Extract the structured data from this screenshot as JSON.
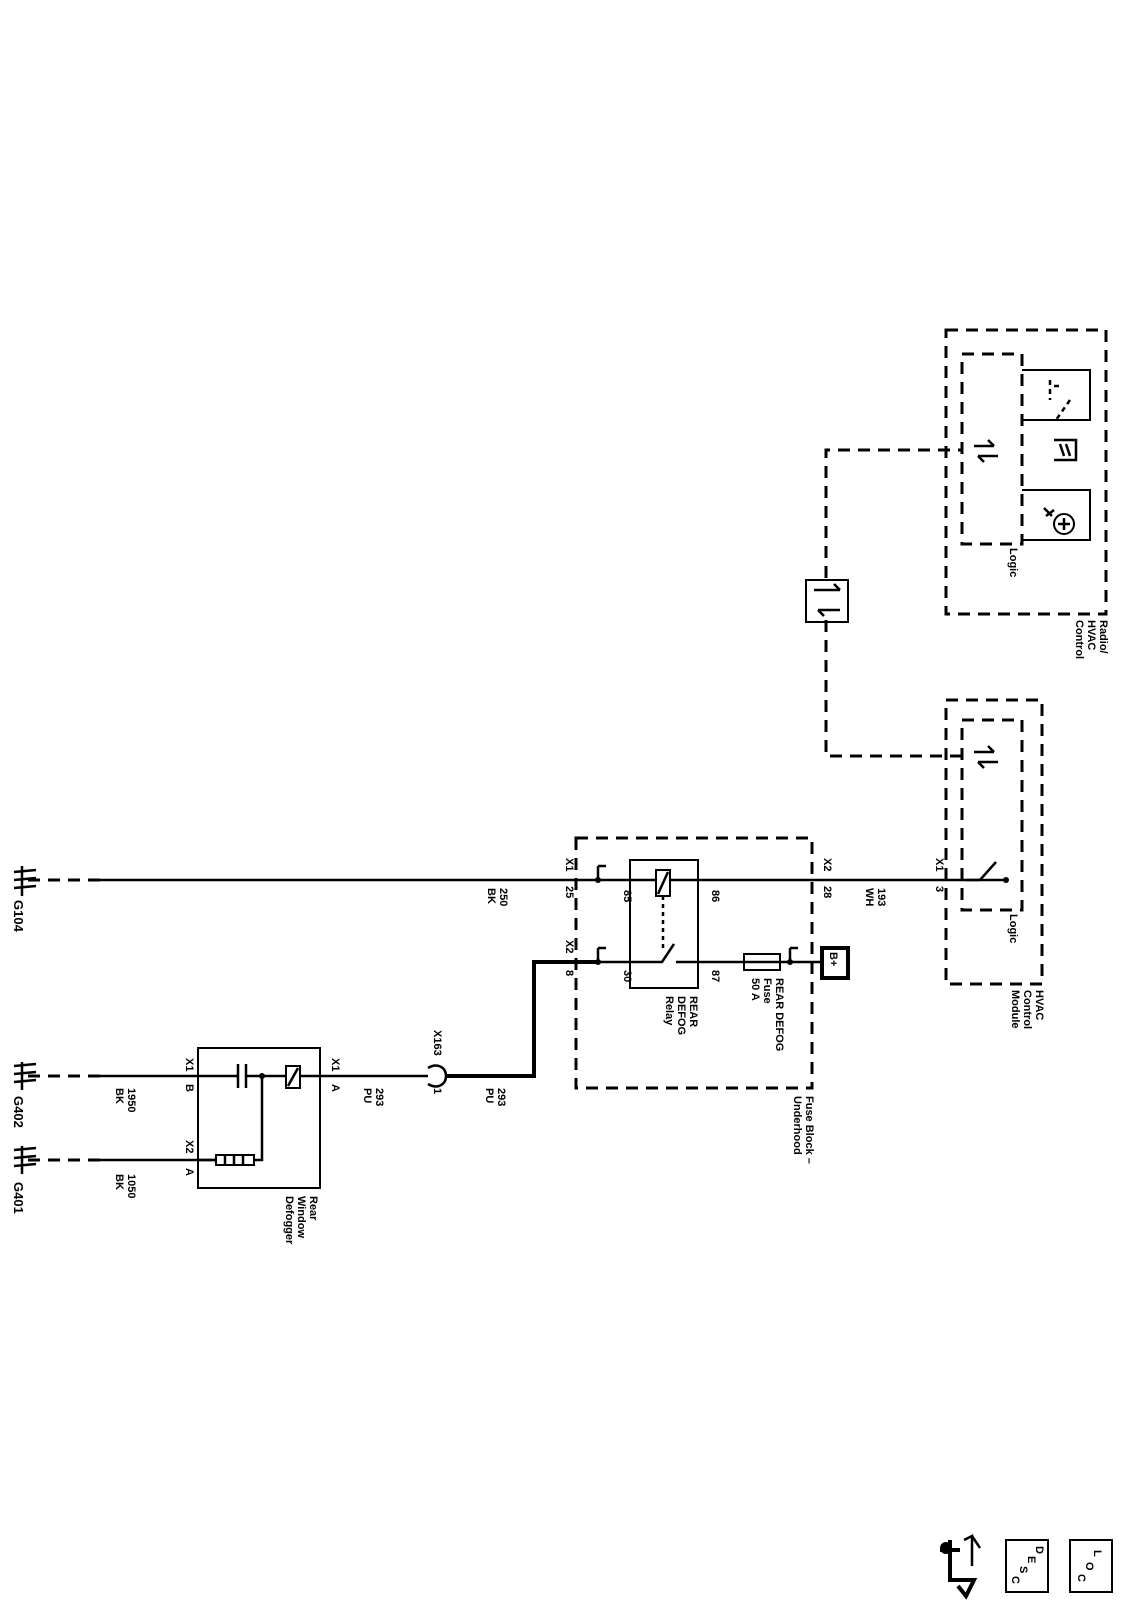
{
  "grounds": {
    "g104": "G104",
    "g402": "G402",
    "g401": "G401"
  },
  "defogger": {
    "name": [
      "Rear",
      "Window",
      "Defogger"
    ],
    "x1_left": "X1",
    "b": "B",
    "x2": "X2",
    "a_bottom": "A",
    "x1_right": "X1",
    "a_right": "A"
  },
  "wires": {
    "w250": "250",
    "w250c": "BK",
    "w1950": "1950",
    "w1950c": "BK",
    "w1050": "1050",
    "w1050c": "BK",
    "w293a": "293",
    "w293ac": "PU",
    "w293b": "293",
    "w293bc": "PU",
    "w193": "193",
    "w193c": "WH"
  },
  "splice": {
    "id": "X163",
    "pin": "1"
  },
  "fuse_block": {
    "name": [
      "Fuse Block –",
      "Underhood"
    ],
    "x1": "X1",
    "p25": "25",
    "x2a": "X2",
    "p8": "8",
    "x2b": "X2",
    "p28": "28",
    "relay_pins": {
      "p85": "85",
      "p86": "86",
      "p30": "30",
      "p87": "87"
    },
    "relay_name": [
      "REAR",
      "DEFOG",
      "Relay"
    ],
    "fuse_name": [
      "REAR DEFOG",
      "Fuse",
      "50 A"
    ]
  },
  "battery": "B+",
  "hvac_module": {
    "name": [
      "HVAC",
      "Control",
      "Module"
    ],
    "logic": "Logic",
    "x1": "X1",
    "p3": "3"
  },
  "radio": {
    "name": [
      "Radio/",
      "HVAC",
      "Control"
    ],
    "logic": "Logic"
  },
  "footer_icons": {
    "desc": [
      "D",
      "E",
      "S",
      "C"
    ],
    "loc": [
      "L",
      "O",
      "C"
    ]
  }
}
